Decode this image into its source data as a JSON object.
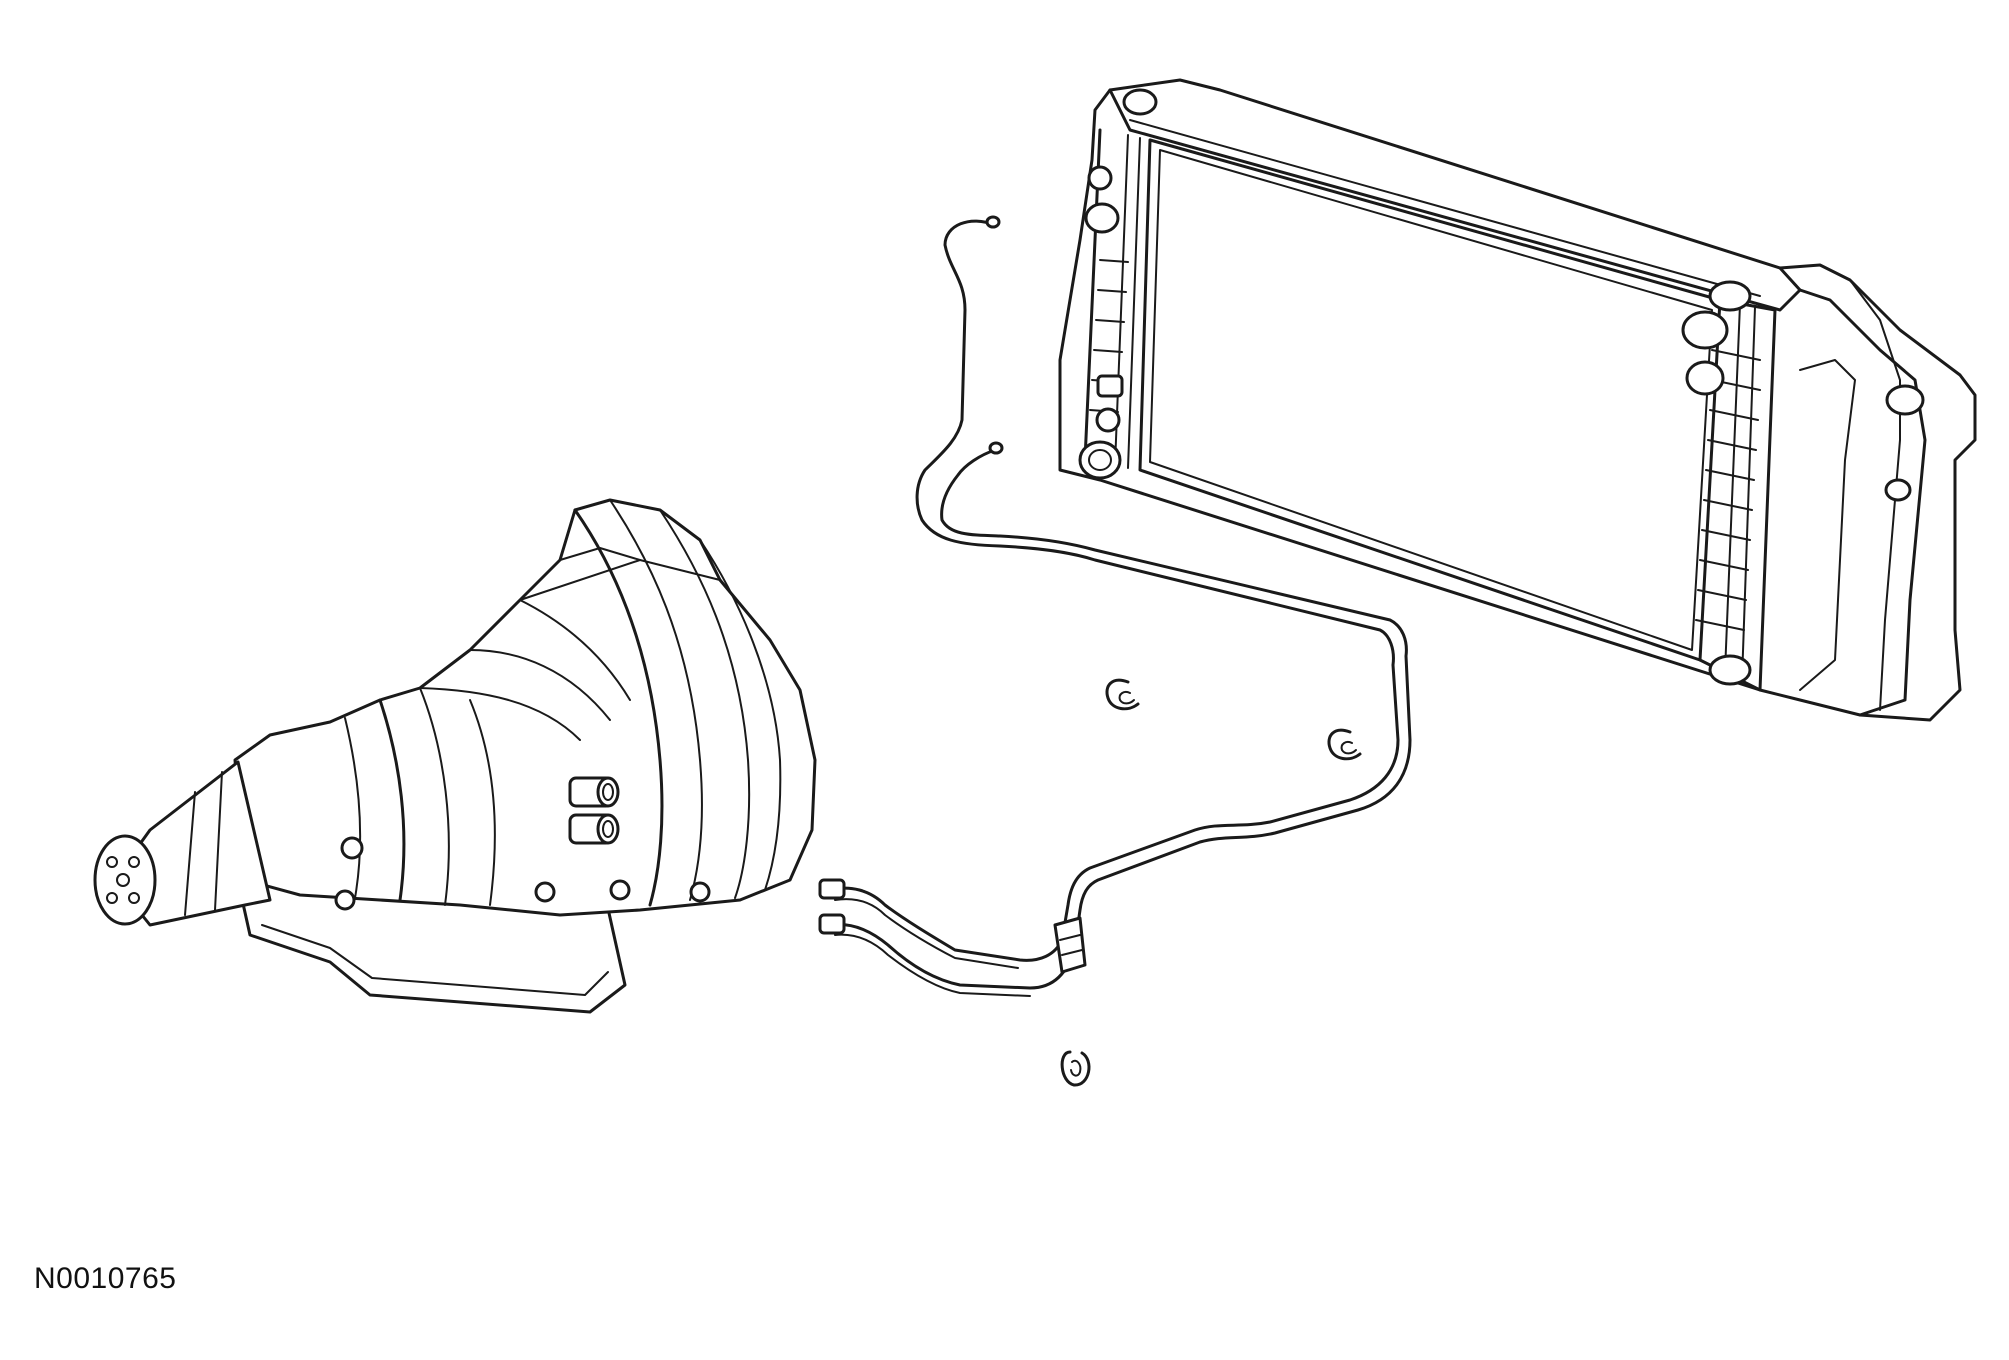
{
  "figure": {
    "reference_code": "N0010765",
    "background_color": "#ffffff",
    "ink_color": "#1a1a1a",
    "components": [
      "transmission",
      "radiator",
      "cooler-lines",
      "retaining-clip"
    ]
  }
}
